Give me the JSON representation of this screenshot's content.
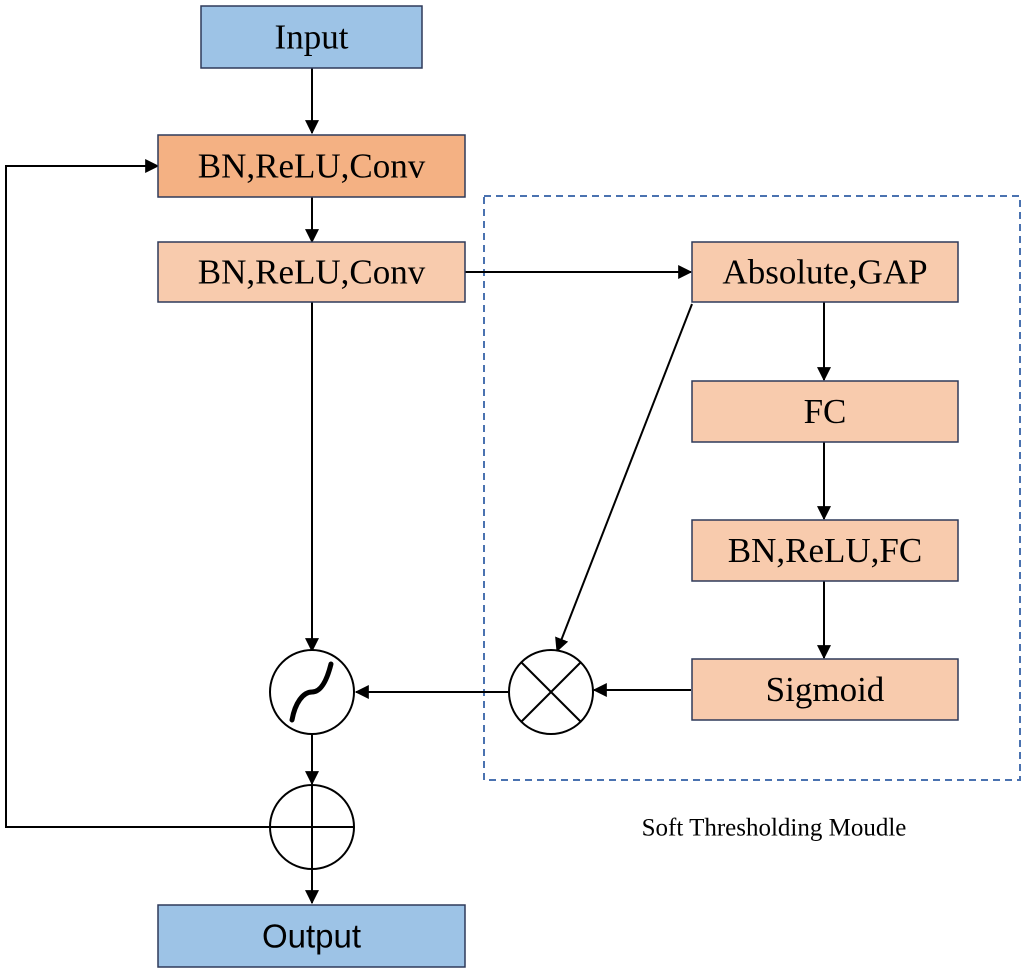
{
  "colors": {
    "io_fill": "#9dc3e6",
    "conv1_fill": "#f4b183",
    "block_fill": "#f8cbad",
    "box_stroke": "#2f3a5a",
    "line": "#000000",
    "dashed_border": "#4a72b0"
  },
  "nodes": {
    "input": "Input",
    "conv1": "BN,ReLU,Conv",
    "conv2": "BN,ReLU,Conv",
    "abs_gap": "Absolute,GAP",
    "fc": "FC",
    "bn_relu_fc": "BN,ReLU,FC",
    "sigmoid": "Sigmoid",
    "output": "Output"
  },
  "operators": {
    "threshold": "soft-threshold-icon",
    "multiply": "multiply-icon",
    "add": "add-icon"
  },
  "module": {
    "caption": "Soft Thresholding Moudle"
  }
}
